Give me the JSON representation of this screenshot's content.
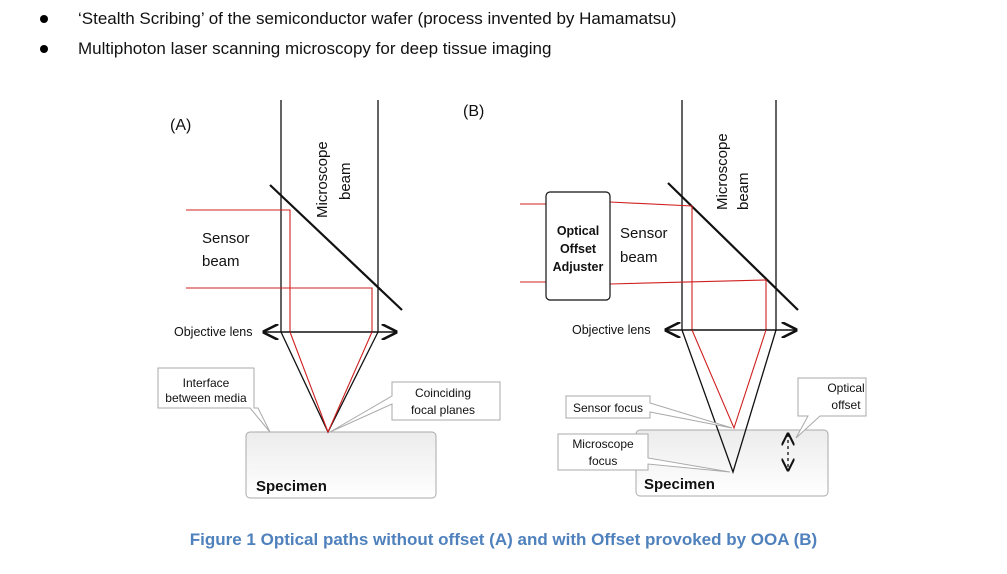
{
  "bullets": [
    "‘Stealth Scribing’ of the semiconductor wafer (process invented by Hamamatsu)",
    "Multiphoton laser scanning microscopy for deep tissue imaging"
  ],
  "figure": {
    "panel_a": {
      "label": "(A)",
      "beam_line1": "Microscope",
      "beam_line2": "beam",
      "sensor_line1": "Sensor",
      "sensor_line2": "beam",
      "objective": "Objective lens",
      "interface_line1": "Interface",
      "interface_line2": "between media",
      "coinciding_line1": "Coinciding",
      "coinciding_line2": "focal planes",
      "specimen": "Specimen"
    },
    "panel_b": {
      "label": "(B)",
      "beam_line1": "Microscope",
      "beam_line2": "beam",
      "adjuster_line1": "Optical",
      "adjuster_line2": "Offset",
      "adjuster_line3": "Adjuster",
      "sensor_line1": "Sensor",
      "sensor_line2": "beam",
      "objective": "Objective lens",
      "sensor_focus": "Sensor focus",
      "microscope_focus_line1": "Microscope",
      "microscope_focus_line2": "focus",
      "offset_line1": "Optical",
      "offset_line2": "offset",
      "specimen": "Specimen"
    },
    "caption": "Figure 1 Optical paths without offset (A) and with Offset provoked by OOA (B)"
  },
  "colors": {
    "sensor_beam": "#d02020",
    "caption": "#4f81bd"
  }
}
